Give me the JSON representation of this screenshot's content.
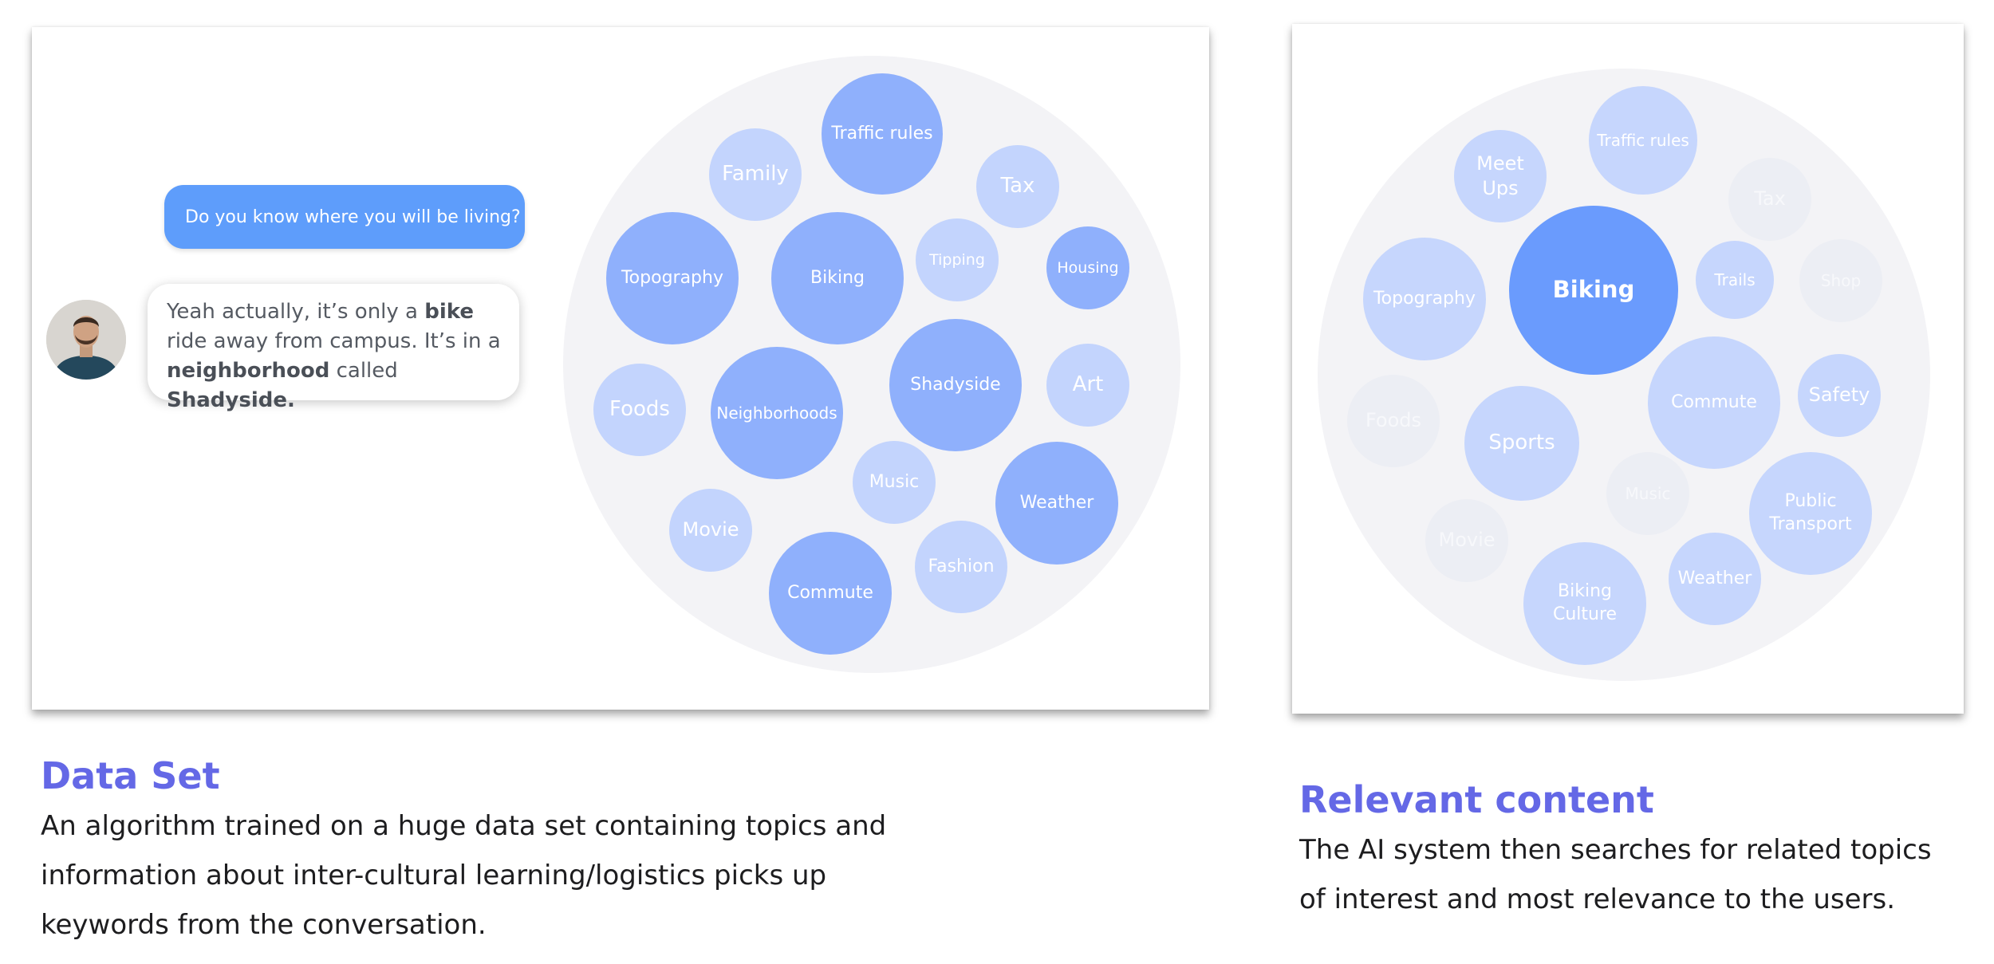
{
  "left_card": {
    "chat": {
      "question": "Do you know where you will be living?",
      "answer": {
        "t1": "Yeah actually, it’s only a ",
        "b1": "bike",
        "t2": " ride away from campus. It’s in a ",
        "b2": "neighborhood",
        "t3": " called ",
        "b3": "Shadyside."
      }
    },
    "bubbles": [
      {
        "label": "Traffic rules"
      },
      {
        "label": "Family"
      },
      {
        "label": "Tax"
      },
      {
        "label": "Topography"
      },
      {
        "label": "Biking"
      },
      {
        "label": "Tipping"
      },
      {
        "label": "Housing"
      },
      {
        "label": "Shadyside"
      },
      {
        "label": "Art"
      },
      {
        "label": "Foods"
      },
      {
        "label": "Neighborhoods"
      },
      {
        "label": "Music"
      },
      {
        "label": "Weather"
      },
      {
        "label": "Movie"
      },
      {
        "label": "Fashion"
      },
      {
        "label": "Commute"
      }
    ]
  },
  "right_card": {
    "bubbles": [
      {
        "label": "Meet Ups"
      },
      {
        "label": "Traffic rules"
      },
      {
        "label": "Tax"
      },
      {
        "label": "Biking"
      },
      {
        "label": "Topography"
      },
      {
        "label": "Trails"
      },
      {
        "label": "Shop"
      },
      {
        "label": "Foods"
      },
      {
        "label": "Commute"
      },
      {
        "label": "Safety"
      },
      {
        "label": "Sports"
      },
      {
        "label": "Music"
      },
      {
        "label": "Public Transport"
      },
      {
        "label": "Movie"
      },
      {
        "label": "Weather"
      },
      {
        "label": "Biking Culture"
      }
    ]
  },
  "captions": {
    "left": {
      "title": "Data Set",
      "text": "An algorithm trained on a huge data set containing topics and information about inter-cultural learning/logistics picks up keywords from the conversation."
    },
    "right": {
      "title": "Relevant content",
      "text": "The AI system then searches for related topics of interest and most relevance to the users."
    }
  }
}
